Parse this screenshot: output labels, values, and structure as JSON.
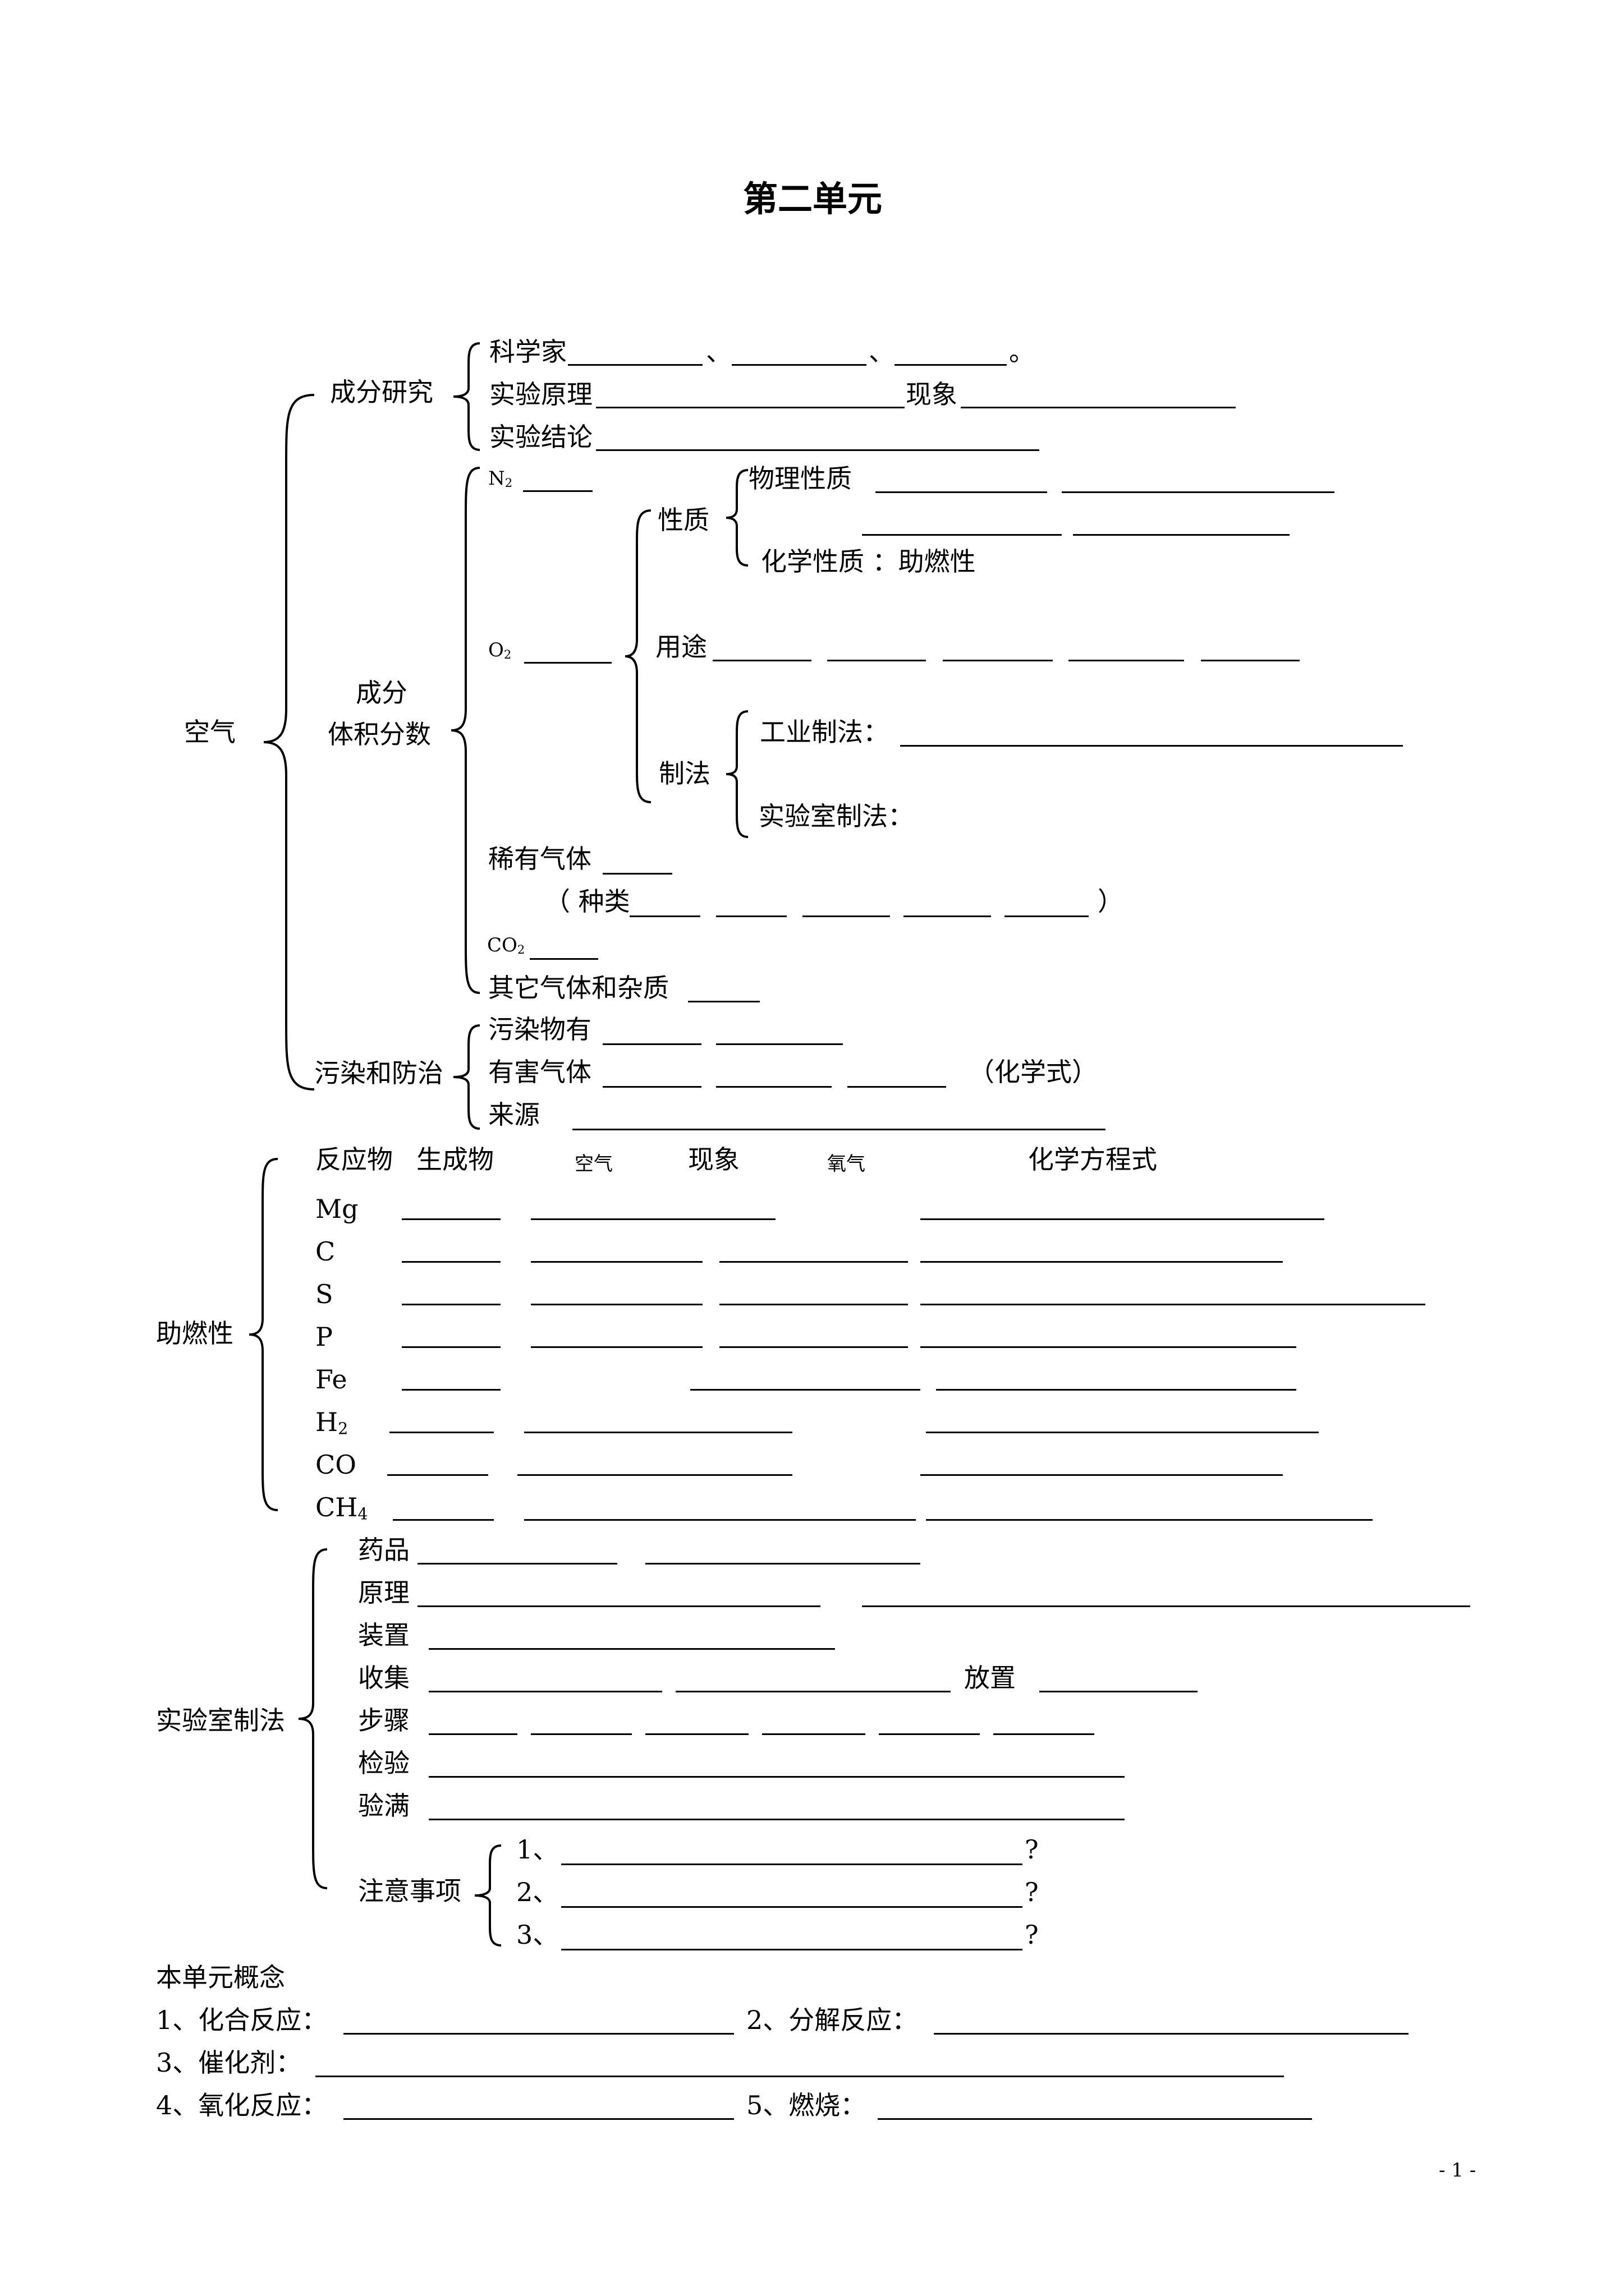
{
  "title": "第二单元",
  "air": {
    "root": "空气",
    "composition_research": {
      "label": "成分研究",
      "scientists": "科学家",
      "sep1": "、",
      "sep2": "、",
      "end": "。",
      "principle": "实验原理",
      "phenomenon": "现象",
      "conclusion": "实验结论"
    },
    "volume_fraction": {
      "label_line1": "成分",
      "label_line2": "体积分数",
      "n2": "N",
      "n2_sub": "2",
      "o2": "O",
      "o2_sub": "2",
      "properties": "性质",
      "physical": "物理性质",
      "chemical": "化学性质 ：助燃性",
      "uses": "用途",
      "preparation": "制法",
      "industrial": "工业制法：",
      "laboratory": "实验室制法：",
      "noble_gas": "稀有气体",
      "kinds_open": "（ 种类",
      "kinds_close": "）",
      "co2": "CO",
      "co2_sub": "2",
      "others": "其它气体和杂质"
    },
    "pollution": {
      "label": "污染和防治",
      "pollutants": "污染物有",
      "harmful": "有害气体",
      "formula_hint": "（化学式）",
      "source": "来源"
    }
  },
  "combustion": {
    "root": "助燃性",
    "headers": {
      "reactant": "反应物",
      "product": "生成物",
      "air": "空气",
      "phenomenon": "现象",
      "oxygen": "氧气",
      "equation": "化学方程式"
    },
    "rows": [
      {
        "name": "Mg",
        "sub": ""
      },
      {
        "name": "C",
        "sub": ""
      },
      {
        "name": "S",
        "sub": ""
      },
      {
        "name": "P",
        "sub": ""
      },
      {
        "name": "Fe",
        "sub": ""
      },
      {
        "name": "H",
        "sub": "2"
      },
      {
        "name": "CO",
        "sub": ""
      },
      {
        "name": "CH",
        "sub": "4"
      }
    ]
  },
  "lab_prep": {
    "root": "实验室制法",
    "drugs": "药品",
    "principle": "原理",
    "apparatus": "装置",
    "collection": "收集",
    "placement": "放置",
    "steps": "步骤",
    "test": "检验",
    "full_check": "验满",
    "notes": "注意事项",
    "note_items": [
      "1、",
      "2、",
      "3、"
    ],
    "question_mark": "?"
  },
  "concepts": {
    "heading": "本单元概念",
    "items": [
      "1、化合反应：",
      "2、分解反应：",
      "3、催化剂：",
      "4、氧化反应：",
      "5、燃烧："
    ]
  },
  "page_number": "- 1 -"
}
